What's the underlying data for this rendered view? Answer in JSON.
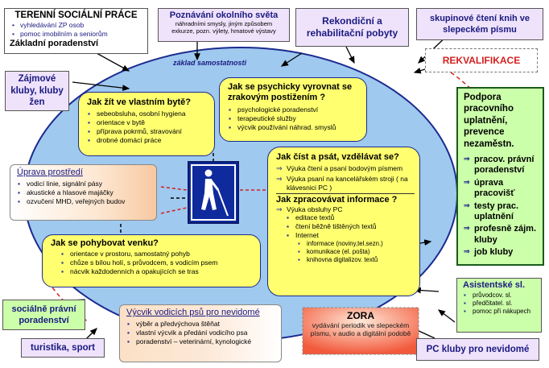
{
  "colors": {
    "ellipse": "#9fc9ef",
    "yellow": "#ffff70",
    "peach": "#fcd9b9",
    "green": "#ccffaa",
    "purple": "#efe2fb",
    "navy": "#1a1a80"
  },
  "terenni": {
    "title": "TERENNÍ SOCIÁLNÍ PRÁCE",
    "items": [
      "vyhledávání ZP osob",
      "pomoc imobilním a seniorům"
    ],
    "footer": "Základní poradenství"
  },
  "poznavani": {
    "title": "Poznávání okolního světa",
    "line1": "náhradními smysly, jiným způsobem",
    "line2": "exkurze, pozn. výlety, hmatové výstavy"
  },
  "rekondicni": {
    "title": "Rekondiční a rehabilitační pobyty"
  },
  "skupinove": {
    "title": "skupinové čtení knih ve slepeckém písmu"
  },
  "ellipse_label": "základ samostatnosti",
  "rekvalifikace": "REKVALIFIKACE",
  "zajmove": "Zájmové kluby, kluby žen",
  "psychicky": {
    "title": "Jak se psychicky vyrovnat se zrakovým postižením ?",
    "items": [
      "psychologické poradenství",
      "terapeutické služby",
      "výcvik používání náhrad. smyslů"
    ]
  },
  "byt": {
    "title": "Jak žít ve vlastním bytě?",
    "items": [
      "sebeobsluha, osobní hygiena",
      "orientace v bytě",
      "příprava pokrmů, stravování",
      "drobné domácí práce"
    ]
  },
  "podpora": {
    "title": "Podpora pracovního uplatnění, prevence nezaměstn.",
    "items": [
      "pracov. právní poradenství",
      "úprava pracovišť",
      "testy prac. uplatnění",
      "profesně zájm. kluby",
      "job kluby"
    ]
  },
  "uprava": {
    "title": "Úprava prostředí",
    "items": [
      "vodicí linie, signální pásy",
      "akustické a hlasové majáčky",
      "ozvučení MHD, veřejných budov"
    ]
  },
  "cist": {
    "title": "Jak číst a psát, vzdělávat se?",
    "items": [
      "Výuka čtení a psaní bodovým písmem",
      "Výuka psaní na kancelářském stroji ( na klávesnici PC )"
    ],
    "title2": "Jak zpracovávat informace ?",
    "item_pc": "Výuka obsluhy PC",
    "pc_items": [
      "editace textů",
      "čtení běžně tištěných textů",
      "Internet"
    ],
    "net_items": [
      "informace (noviny,tel.sezn.)",
      "komunikace (el. pošta)",
      "knihovna digitalizov. textů"
    ]
  },
  "venku": {
    "title": "Jak se pohybovat venku?",
    "items": [
      "orientace v prostoru, samostatný pohyb",
      "chůze s bílou holí, s průvodcem, s vodicím psem",
      "nácvik každodenních a opakujících se tras"
    ]
  },
  "asistentske": {
    "title": "Asistentské sl.",
    "items": [
      "průvodcov. sl.",
      "předčitatel. sl.",
      "pomoc při nákupech"
    ]
  },
  "socialne": "sociálně právní poradenství",
  "vycvik": {
    "title": "Výcvik vodicích psů pro nevidomé",
    "items": [
      "výběr a předvýchova štěňat",
      "vlastní výcvik a předání vodicího psa",
      "poradenství – veterinární, kynologické"
    ]
  },
  "zora": {
    "title": "ZORA",
    "text": "vydávání periodik ve slepeckém písmu, v audio a digitální podobě"
  },
  "turistika": "turistika, sport",
  "pckluby": "PC kluby pro nevidomé"
}
